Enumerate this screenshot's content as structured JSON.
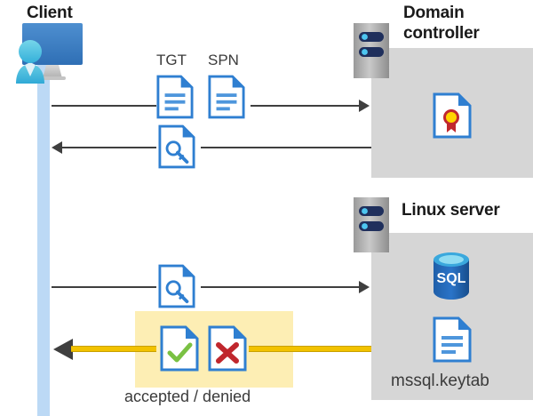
{
  "diagram": {
    "type": "kerberos-authentication-sequence",
    "actors": {
      "client": {
        "title": "Client",
        "icon": "client-computer-user-icon"
      },
      "domain_controller": {
        "title_line1": "Domain",
        "title_line2": "controller",
        "server_icon": "server-rack-icon",
        "contents": [
          {
            "icon": "certificate-document-icon",
            "label": ""
          }
        ]
      },
      "linux_server": {
        "title": "Linux server",
        "server_icon": "server-rack-icon",
        "contents": [
          {
            "icon": "sql-database-icon",
            "label": "SQL"
          },
          {
            "icon": "keytab-document-icon",
            "label": "mssql.keytab"
          }
        ]
      }
    },
    "messages": [
      {
        "id": "msg-1",
        "direction": "client-to-domain-controller",
        "artifacts": [
          {
            "label": "TGT",
            "icon": "text-document-icon"
          },
          {
            "label": "SPN",
            "icon": "text-document-icon"
          }
        ],
        "style": "thin-gray-arrow"
      },
      {
        "id": "msg-2",
        "direction": "domain-controller-to-client",
        "artifacts": [
          {
            "label": "",
            "icon": "key-document-icon"
          }
        ],
        "style": "thin-gray-arrow"
      },
      {
        "id": "msg-3",
        "direction": "client-to-linux-server",
        "artifacts": [
          {
            "label": "",
            "icon": "key-document-icon"
          }
        ],
        "style": "thin-gray-arrow"
      },
      {
        "id": "msg-4",
        "direction": "linux-server-to-client",
        "artifacts": [
          {
            "label": "",
            "icon": "accepted-check-document-icon"
          },
          {
            "label": "",
            "icon": "denied-cross-document-icon"
          }
        ],
        "caption": "accepted / denied",
        "style": "thick-gold-arrow",
        "highlighted": true
      }
    ],
    "sql_label": "SQL",
    "keytab_label": "mssql.keytab",
    "caption_accepted_denied": "accepted / denied"
  },
  "colors": {
    "lifeline": "#bcd9f5",
    "server_box": "#d6d6d6",
    "highlight_band": "#fdeeb4",
    "arrow_gray": "#3f3f3f",
    "arrow_gold": "#f2c200",
    "doc_blue": "#2f7fd1",
    "sql_blue": "#1f5fa9",
    "check_green": "#7ac143",
    "cross_red": "#c0272d",
    "seal_gold": "#ffd400",
    "seal_red": "#c0272d",
    "title_text": "#1a1a1a",
    "label_text": "#3b3b3b"
  }
}
